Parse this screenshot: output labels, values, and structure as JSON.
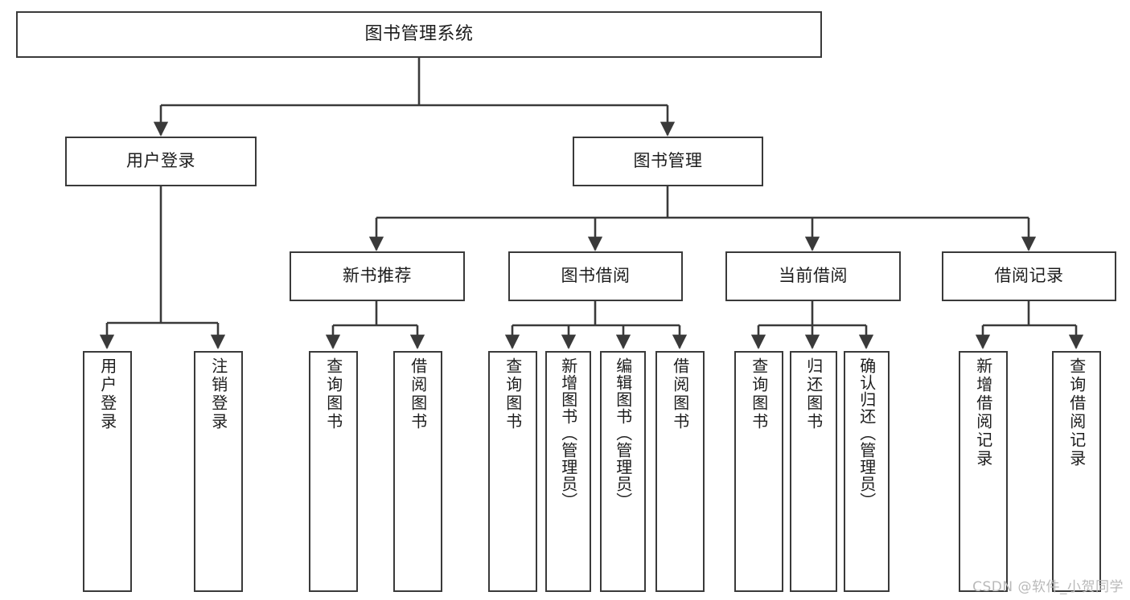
{
  "diagram": {
    "title": "图书管理系统",
    "type": "tree-hierarchy",
    "root": {
      "id": "root",
      "label": "图书管理系统"
    },
    "level2": [
      {
        "id": "user-login",
        "label": "用户登录"
      },
      {
        "id": "book-manage",
        "label": "图书管理"
      }
    ],
    "level3": [
      {
        "id": "new-book-recommend",
        "label": "新书推荐",
        "parent": "book-manage"
      },
      {
        "id": "book-borrow",
        "label": "图书借阅",
        "parent": "book-manage"
      },
      {
        "id": "current-borrow",
        "label": "当前借阅",
        "parent": "book-manage"
      },
      {
        "id": "borrow-record",
        "label": "借阅记录",
        "parent": "book-manage"
      }
    ],
    "leaves": {
      "user_login": [
        {
          "id": "leaf-user-login",
          "label": "用户登录"
        },
        {
          "id": "leaf-user-logout",
          "label": "注销登录"
        }
      ],
      "new_book_recommend": [
        {
          "id": "leaf-query-book-1",
          "label": "查询图书"
        },
        {
          "id": "leaf-borrow-book-1",
          "label": "借阅图书"
        }
      ],
      "book_borrow": [
        {
          "id": "leaf-query-book-2",
          "label": "查询图书"
        },
        {
          "id": "leaf-add-book",
          "label": "新增图书（管理员）"
        },
        {
          "id": "leaf-edit-book",
          "label": "编辑图书（管理员）"
        },
        {
          "id": "leaf-borrow-book-2",
          "label": "借阅图书"
        }
      ],
      "current_borrow": [
        {
          "id": "leaf-query-book-3",
          "label": "查询图书"
        },
        {
          "id": "leaf-return-book",
          "label": "归还图书"
        },
        {
          "id": "leaf-confirm-return",
          "label": "确认归还（管理员）"
        }
      ],
      "borrow_record": [
        {
          "id": "leaf-add-record",
          "label": "新增借阅记录"
        },
        {
          "id": "leaf-query-record",
          "label": "查询借阅记录"
        }
      ]
    }
  },
  "watermark": {
    "text": "CSDN @软件_小贺同学"
  },
  "colors": {
    "stroke": "#3a3a3a",
    "node_fill": "#ffffff",
    "text": "#1d1d1d",
    "watermark": "#b9b9b9",
    "background": "#ffffff"
  }
}
